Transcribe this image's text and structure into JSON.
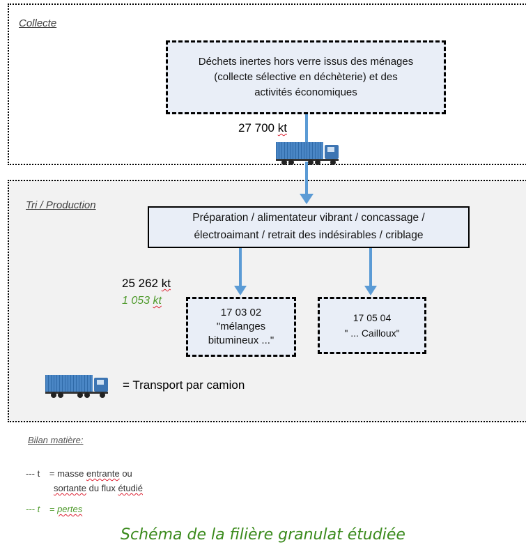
{
  "zones": {
    "collecte": "Collecte",
    "tri": "Tri / Production"
  },
  "boxes": {
    "collect_source": [
      "Déchets inertes hors verre issus des ménages",
      "(collecte sélective en déchèterie) et des",
      "activités économiques"
    ],
    "process": [
      "Préparation / alimentateur vibrant / concassage /",
      "électroaimant / retrait des indésirables / criblage"
    ],
    "product_a": [
      "17 03 02",
      "\"mélanges",
      "bitumineux ...\""
    ],
    "product_b": [
      "17 05 04",
      "\" ... Cailloux\""
    ]
  },
  "flows": {
    "collect_qty_num": "27 700",
    "collect_qty_unit": "kt",
    "out_qty_num": "25 262",
    "out_qty_unit": "kt",
    "loss_qty_num": "1 053",
    "loss_qty_unit": "kt"
  },
  "legend": {
    "truck": "= Transport par camion",
    "bilan_title": "Bilan matière:",
    "entry_symbol": "--- t",
    "entry_eq": "=",
    "entry_l1_a": "masse",
    "entry_l1_b": "entrante",
    "entry_l1_c": "ou",
    "entry_l2_a": "sortante",
    "entry_l2_b": "du flux",
    "entry_l2_c": "étudié",
    "loss_symbol": "--- t",
    "loss_eq": "=",
    "loss_text": "pertes"
  },
  "caption": "Schéma de la filière granulat étudiée",
  "colors": {
    "arrow": "#5b9bd5",
    "box_fill": "#e9eef7",
    "loss_green": "#4f9a2c",
    "caption_green": "#3a8a1c",
    "truck_body": "#4a86c5"
  }
}
